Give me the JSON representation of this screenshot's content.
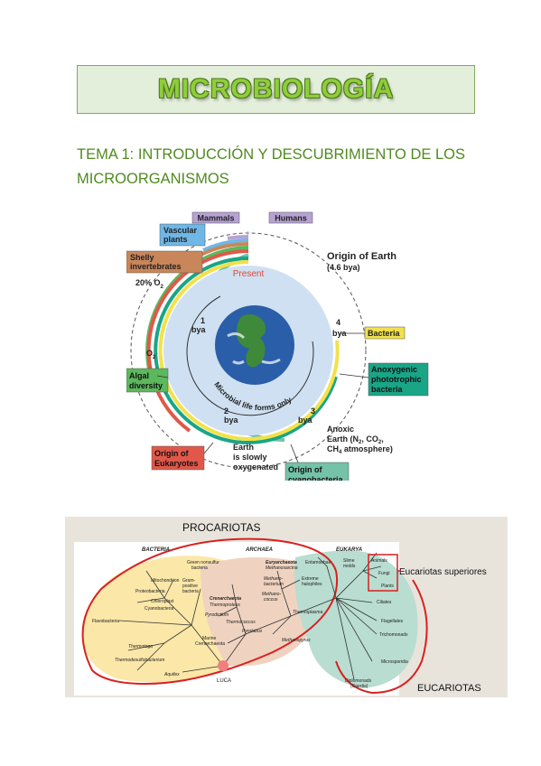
{
  "document": {
    "title": "MICROBIOLOGÍA",
    "subtitle": "TEMA 1: INTRODUCCIÓN Y DESCUBRIMIENTO DE LOS MICROORGANISMOS"
  },
  "timeline_figure": {
    "labels": {
      "mammals": "Mammals",
      "humans": "Humans",
      "vascular_1": "Vascular",
      "vascular_2": "plants",
      "shelly_1": "Shelly",
      "shelly_2": "invertebrates",
      "o2_20": "20% O",
      "o2_20_sub": "2",
      "o2": "O",
      "o2_sub": "2",
      "present": "Present",
      "origin_earth": "Origin of Earth",
      "origin_earth_sub": "(4.6 bya)",
      "one_bya_1": "1",
      "one_bya_2": "bya",
      "four_bya_1": "4",
      "four_bya_2": "bya",
      "bacteria": "Bacteria",
      "anox_1": "Anoxygenic",
      "anox_2": "phototrophic",
      "anox_3": "bacteria",
      "algal_1": "Algal",
      "algal_2": "diversity",
      "microbial": "Microbial life forms only",
      "two_bya_1": "2",
      "two_bya_2": "bya",
      "three_bya_1": "3",
      "three_bya_2": "bya",
      "anoxic_1": "Anoxic",
      "anoxic_2": "Earth (N",
      "anoxic_2_s1": "2",
      "anoxic_2_m": ", CO",
      "anoxic_2_s2": "2",
      "anoxic_2_e": ",",
      "anoxic_3": "CH",
      "anoxic_3_s": "4",
      "anoxic_3_e": " atmosphere)",
      "earth_1": "Earth",
      "earth_2": "is slowly",
      "earth_3": "oxygenated",
      "eukaryotes_1": "Origin of",
      "eukaryotes_2": "Eukaryotes",
      "cyano_1": "Origin of",
      "cyano_2": "cyanobacteria"
    },
    "colors": {
      "mammals": "#b7a2d4",
      "humans": "#b7a2d4",
      "vascular": "#6fb7e6",
      "shelly": "#c9865a",
      "algal": "#5cb85c",
      "bacteria": "#f2e14a",
      "anoxygenic": "#1aa587",
      "eukaryotes": "#e0584a",
      "cyanobacteria": "#74c2a8",
      "inner_disc": "#cfe0f2"
    }
  },
  "tree_figure": {
    "labels": {
      "procariotas": "PROCARIOTAS",
      "eucariotas": "EUCARIOTAS",
      "eucariotas_sup": "Eucariotas superiores",
      "bacteria": "BACTERIA",
      "archaea": "ARCHAEA",
      "eukarya": "EUKARYA",
      "green_nonsulfur_1": "Green nonsulfur",
      "green_nonsulfur_2": "bacteria",
      "mitochondrion": "Mitochondrion",
      "gram_1": "Gram-",
      "gram_2": "positive",
      "gram_3": "bacteria",
      "proteobacteria": "Proteobacteria",
      "chloroplast": "Chloroplast",
      "cyanobacteria": "Cyanobacteria",
      "flavobacteria": "Flavobacteria",
      "thermotoga": "Thermotoga",
      "thermodesulfo": "Thermodesulfobacterium",
      "aquifex": "Aquifex",
      "crenarchaeota": "Crenarchaeota",
      "thermoproteus": "Thermoproteus",
      "pyrodictium": "Pyrodictium",
      "euryarchaeota": "Euryarchaeota",
      "methanosarcina": "Methanosarcina",
      "methano_1": "Methano-",
      "methano_2": "bacterium",
      "methanococcus_1": "Methano-",
      "methanococcus_2": "coccus",
      "extreme_1": "Extreme",
      "extreme_2": "halophiles",
      "thermoplasma": "Thermoplasma",
      "thermococcus": "Thermococcus",
      "pyrolobus": "Pyrolobus",
      "marine_1": "Marine",
      "marine_2": "Crenarchaeota",
      "methanopyrus": "Methanopyrus",
      "entamoebae": "Entamoebae",
      "slime_1": "Slime",
      "slime_2": "molds",
      "animals": "Animals",
      "fungi": "Fungi",
      "plants": "Plants",
      "ciliates": "Ciliates",
      "flagellates": "Flagellates",
      "trichomonads": "Trichomonads",
      "microsporidia": "Microsporidia",
      "diplomonads_1": "Diplomonads",
      "diplomonads_2": "(Giardia)",
      "luca": "LUCA"
    },
    "colors": {
      "background": "#e8e4dc",
      "bacteria_zone": "#fbe7a8",
      "archaea_zone": "#efd3c0",
      "eukarya_zone": "#b9ddd0",
      "highlight": "#d92020"
    }
  }
}
